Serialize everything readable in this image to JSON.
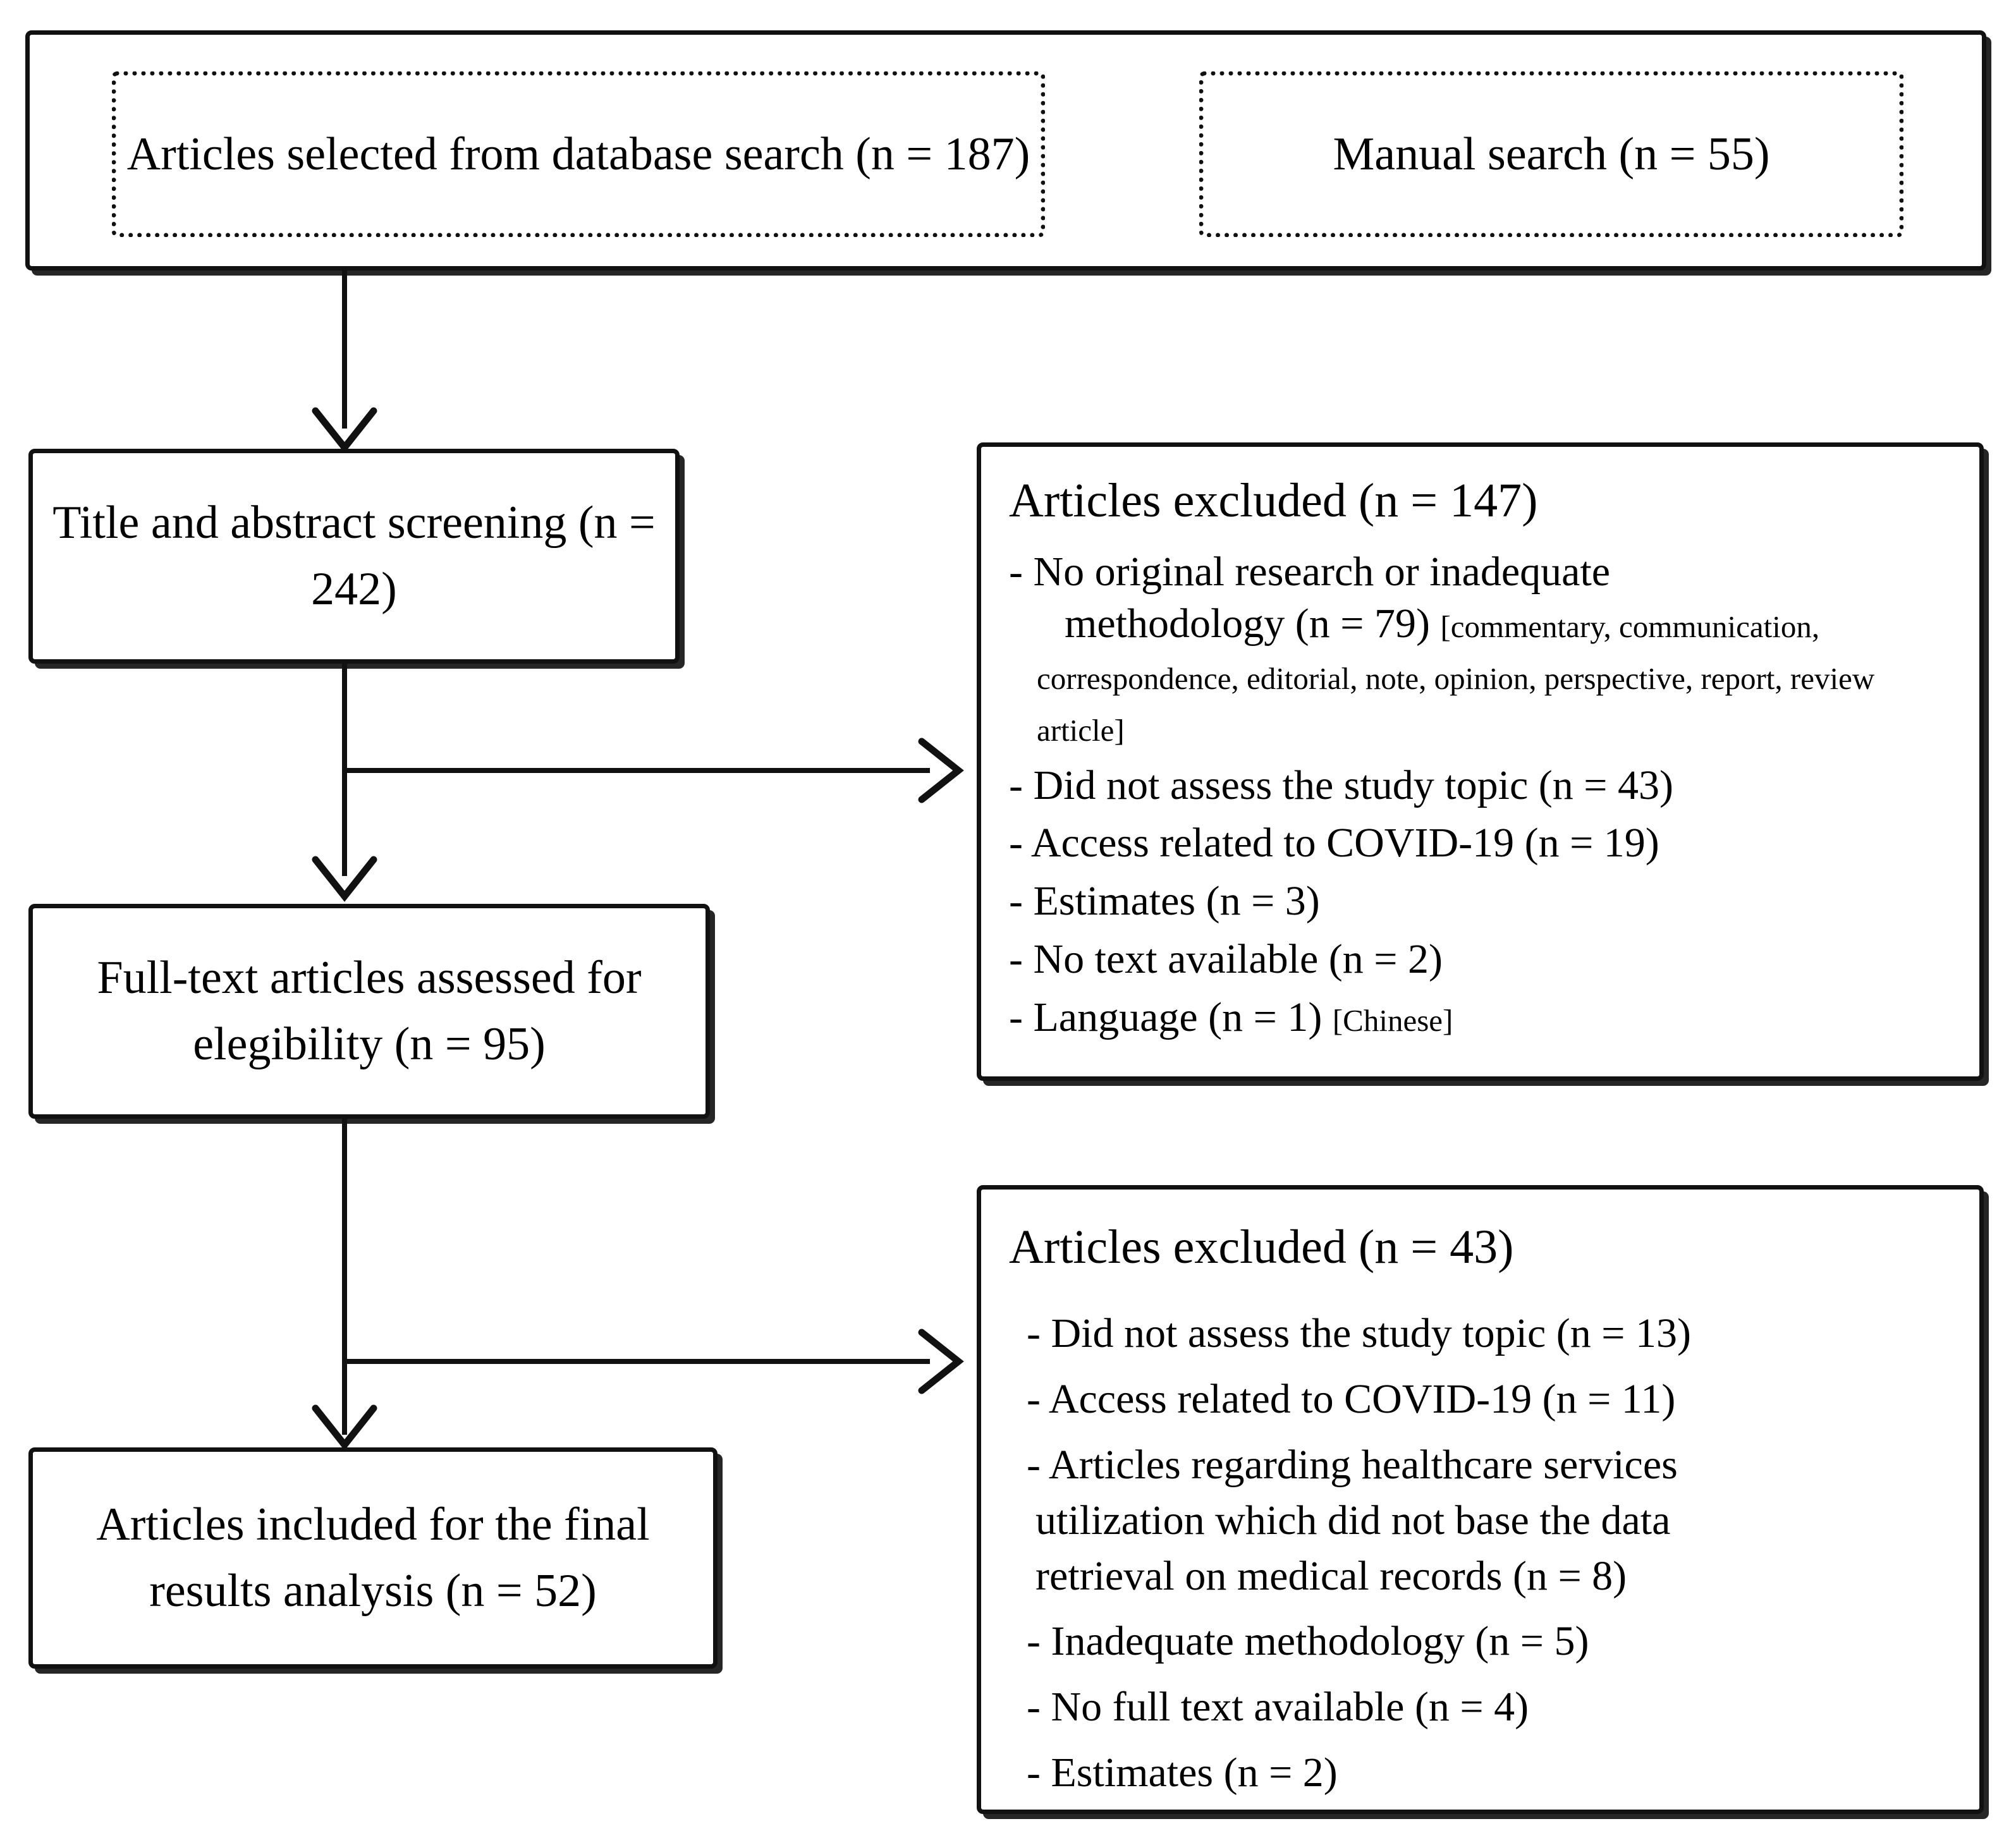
{
  "diagram": {
    "type": "flowchart",
    "title": "PRISMA study selection flow diagram",
    "sources": {
      "database_search": "Articles selected from database search (n = 187)",
      "manual_search": "Manual search (n = 55)"
    },
    "stages": {
      "screening": "Title and abstract screening (n = 242)",
      "eligibility": "Full-text articles assessed for elegibility (n = 95)",
      "included": "Articles included for the final results analysis (n = 52)"
    },
    "exclusion_1": {
      "title": "Articles excluded (n = 147)",
      "items": [
        {
          "main": "- No original research or inadequate",
          "main2": "methodology (n = 79) ",
          "note": "[commentary, communication, correspondence, editorial, note, opinion, perspective, report, review article]"
        },
        {
          "main": "- Did not assess the study topic (n = 43)"
        },
        {
          "main": "- Access related to COVID-19 (n = 19)"
        },
        {
          "main": "- Estimates (n = 3)"
        },
        {
          "main": "- No text available (n = 2)"
        },
        {
          "main": "- Language (n = 1) ",
          "note": "[Chinese]"
        }
      ]
    },
    "exclusion_2": {
      "title": "Articles excluded (n = 43)",
      "items": [
        "- Did not assess the study topic (n = 13)",
        "- Access related to COVID-19 (n = 11)",
        "- Articles regarding healthcare services",
        "utilization which did not base the data",
        "retrieval on medical records  (n = 8)",
        "- Inadequate methodology (n = 5)",
        "- No full text available (n = 4)",
        "- Estimates (n = 2)"
      ]
    },
    "colors": {
      "line": "#111111",
      "background": "#ffffff",
      "text": "#000000"
    }
  }
}
